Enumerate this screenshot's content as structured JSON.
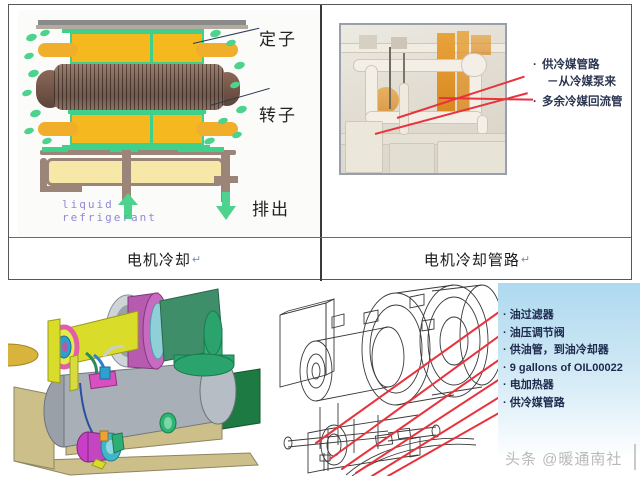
{
  "table": {
    "caption_left": "电机冷却",
    "caption_right": "电机冷却管路",
    "pilcrow": "↵"
  },
  "motor_diagram": {
    "label_stator": "定子",
    "label_rotor": "转子",
    "label_liquid_line1": "liquid",
    "label_liquid_line2": "refrigerant",
    "label_discharge": "排出",
    "colors": {
      "stator": "#f6b81f",
      "stator_edge": "#3fd18a",
      "rotor": "#6f5245",
      "sump": "#f7e8a8",
      "pipe": "#9b8478",
      "droplet": "#4ed38f",
      "label_text": "#8f8ad6"
    }
  },
  "photo_panel": {
    "labels": [
      "供冷媒管路",
      "－从冷媒泵来",
      "多余冷媒回流管"
    ],
    "leader_color": "#e8323c"
  },
  "bottom_panel": {
    "labels": [
      "油过滤器",
      "油压调节阀",
      "供油管，到油冷却器",
      "9 gallons of OIL00022",
      "电加热器",
      "供冷媒管路"
    ],
    "panel_color": "#aed9ef",
    "leader_color": "#e8323c"
  },
  "watermark": {
    "text": "头条 @暖通南社"
  }
}
